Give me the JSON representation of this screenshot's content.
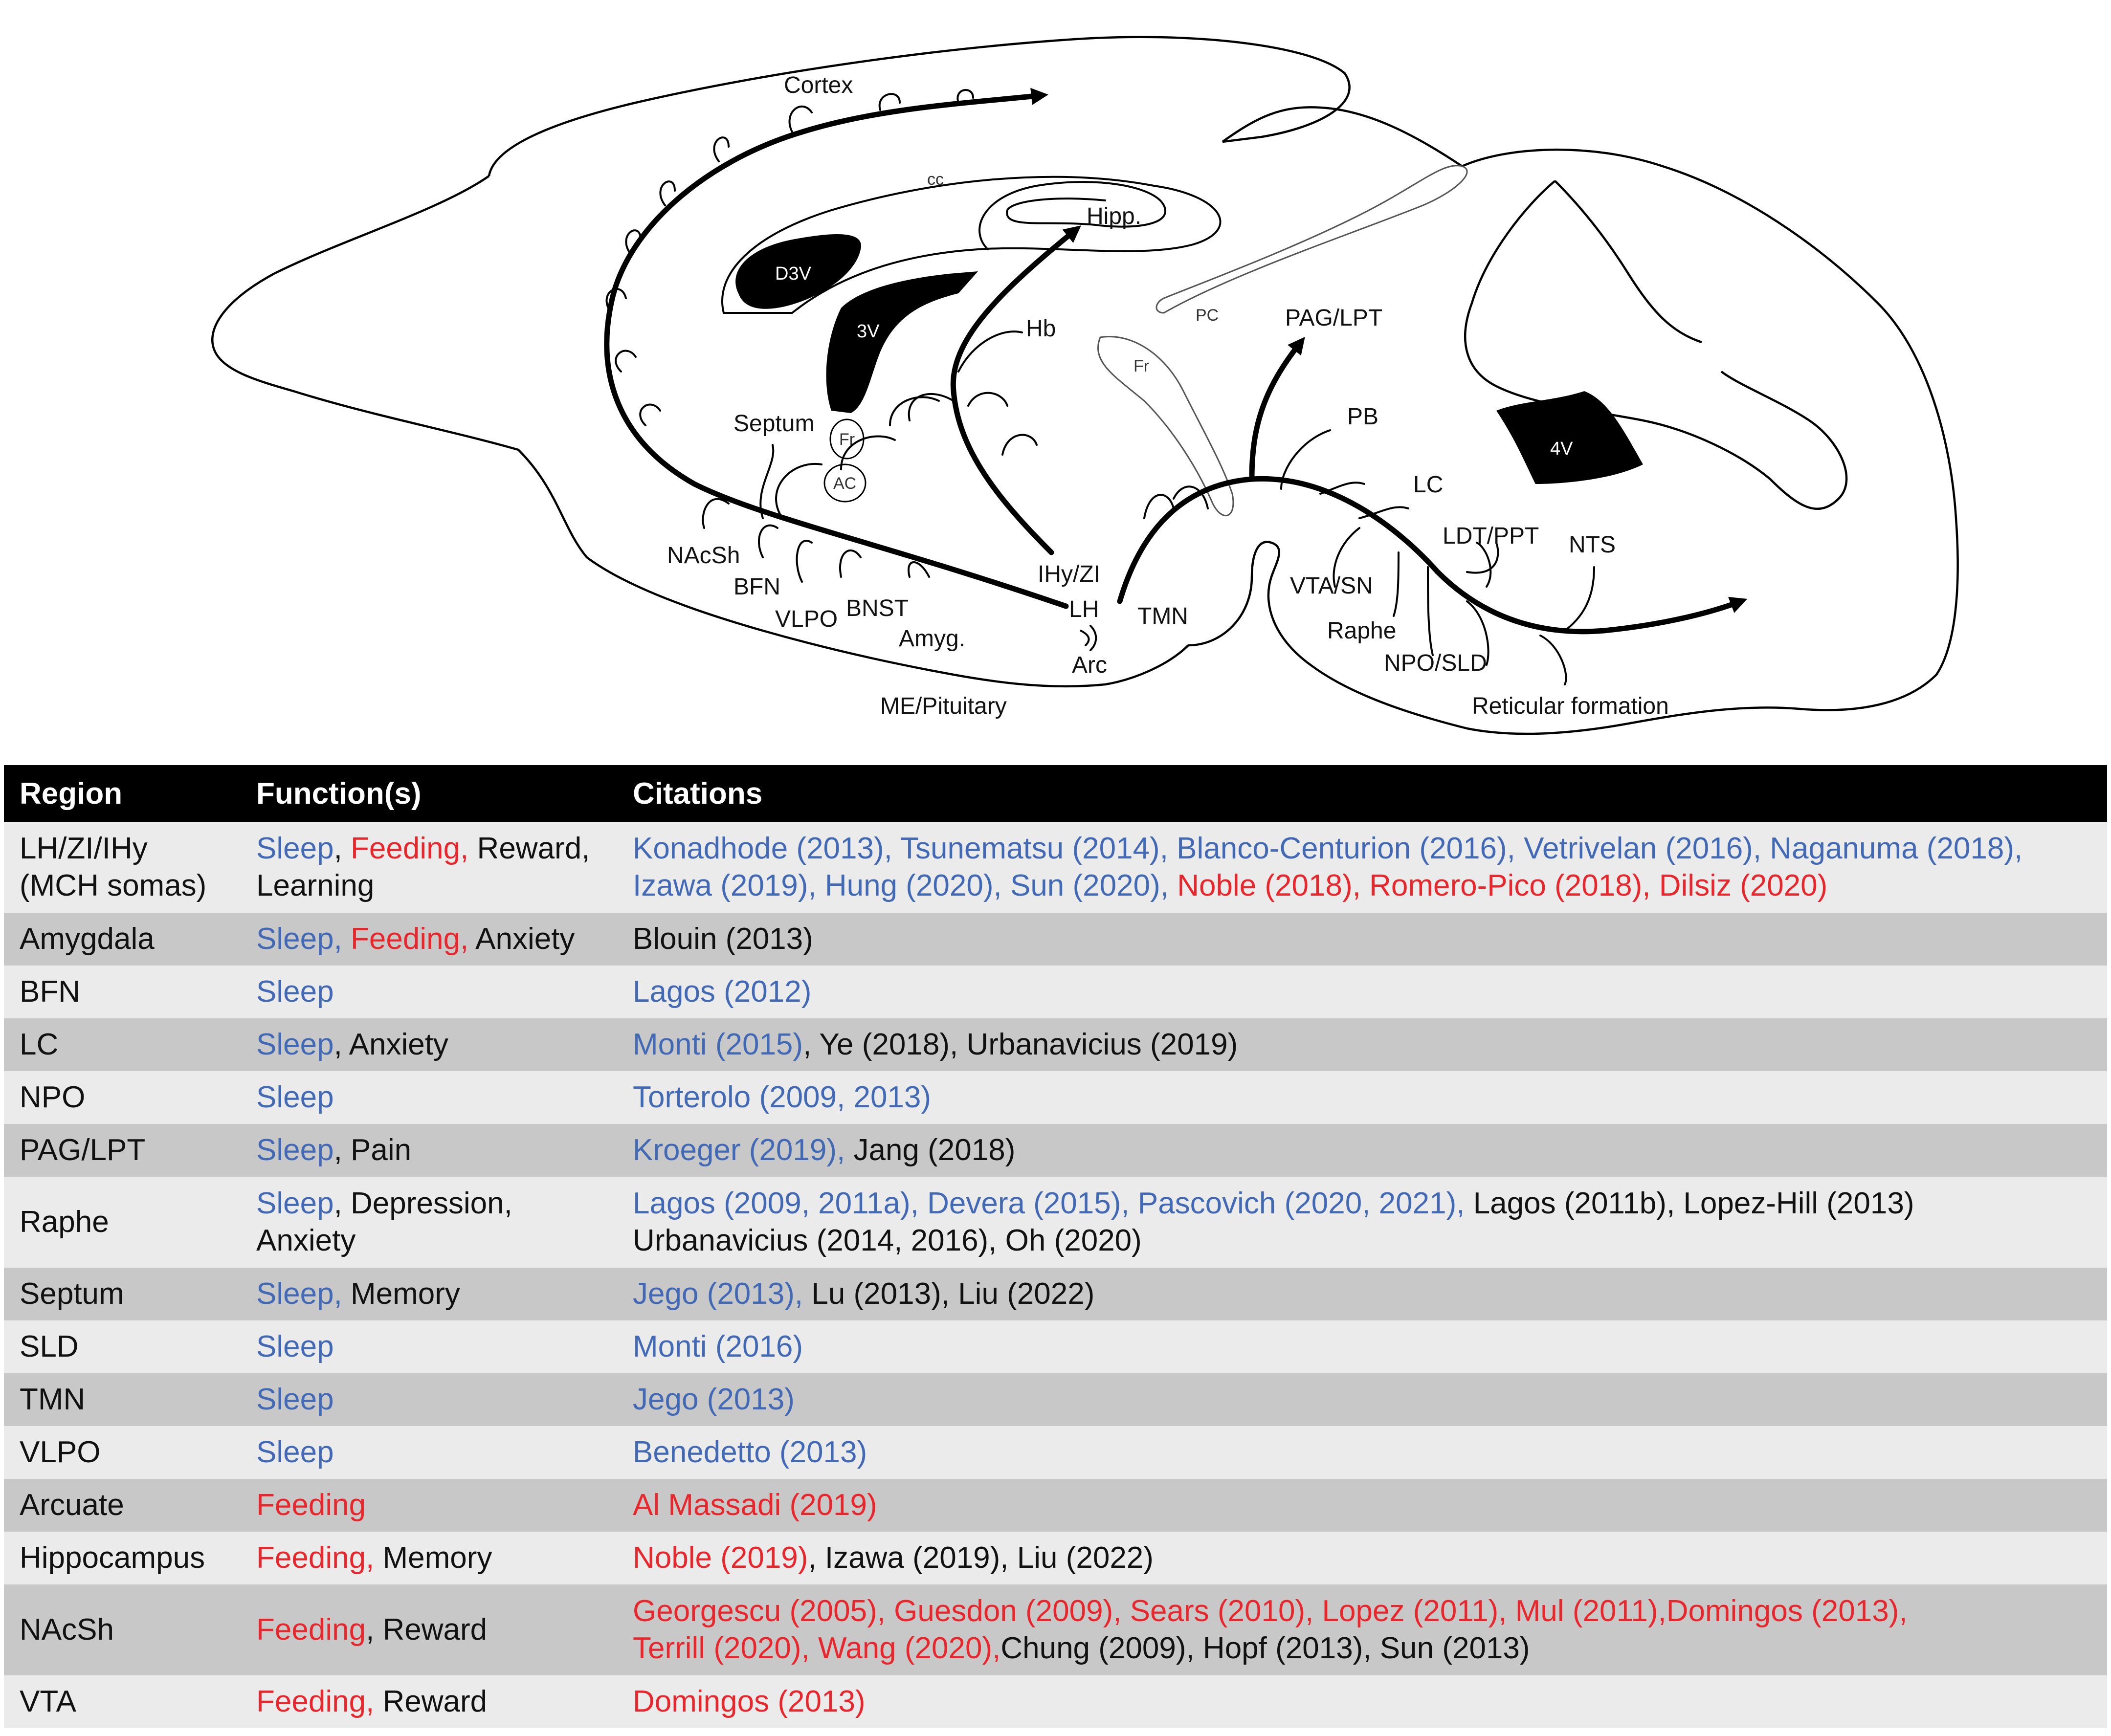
{
  "diagram": {
    "regions": {
      "cortex": "Cortex",
      "cc": "cc",
      "hipp": "Hipp.",
      "d3v": "D3V",
      "v3": "3V",
      "hb": "Hb",
      "pc": "PC",
      "fr_upper": "Fr",
      "pag_lpt": "PAG/LPT",
      "septum": "Septum",
      "fr_lower": "Fr",
      "ac": "AC",
      "pb": "PB",
      "v4": "4V",
      "lc": "LC",
      "ldt_ppt": "LDT/PPT",
      "nts": "NTS",
      "nacsh": "NAcSh",
      "bfn": "BFN",
      "vlpo": "VLPO",
      "bnst": "BNST",
      "amyg": "Amyg.",
      "ihy_zi": "IHy/ZI",
      "lh": "LH",
      "arc": "Arc",
      "tmn": "TMN",
      "vta_sn": "VTA/SN",
      "raphe": "Raphe",
      "npo_sld": "NPO/SLD",
      "me_pituitary": "ME/Pituitary",
      "reticular": "Reticular formation"
    }
  },
  "table": {
    "headers": [
      "Region",
      "Function(s)",
      "Citations"
    ],
    "colors": {
      "sleep": "#4169b5",
      "feeding": "#e8262b",
      "other": "#111111",
      "header_bg": "#000000",
      "row_light": "#ebebeb",
      "row_dark": "#c8c8c8"
    },
    "rows": [
      {
        "region": [
          "LH/ZI/IHy",
          "(MCH somas)"
        ],
        "functions": [
          [
            {
              "t": "Sleep",
              "c": "blue"
            },
            {
              "t": ", ",
              "c": "black"
            },
            {
              "t": "Feeding,",
              "c": "red"
            },
            {
              "t": " Reward,",
              "c": "black"
            }
          ],
          [
            {
              "t": "Learning",
              "c": "black"
            }
          ]
        ],
        "citations": [
          [
            {
              "t": "Konadhode (2013), Tsunematsu (2014), Blanco-Centurion (2016), Vetrivelan (2016), Naganuma (2018),",
              "c": "blue"
            }
          ],
          [
            {
              "t": "Izawa (2019), Hung (2020), Sun (2020), ",
              "c": "blue"
            },
            {
              "t": "Noble (2018), Romero-Pico (2018), Dilsiz (2020)",
              "c": "red"
            }
          ]
        ]
      },
      {
        "region": [
          "Amygdala"
        ],
        "functions": [
          [
            {
              "t": "Sleep, ",
              "c": "blue"
            },
            {
              "t": "Feeding,",
              "c": "red"
            },
            {
              "t": " Anxiety",
              "c": "black"
            }
          ]
        ],
        "citations": [
          [
            {
              "t": "Blouin (2013)",
              "c": "black"
            }
          ]
        ]
      },
      {
        "region": [
          "BFN"
        ],
        "functions": [
          [
            {
              "t": "Sleep",
              "c": "blue"
            }
          ]
        ],
        "citations": [
          [
            {
              "t": "Lagos (2012)",
              "c": "blue"
            }
          ]
        ]
      },
      {
        "region": [
          "LC"
        ],
        "functions": [
          [
            {
              "t": "Sleep",
              "c": "blue"
            },
            {
              "t": ", Anxiety",
              "c": "black"
            }
          ]
        ],
        "citations": [
          [
            {
              "t": "Monti (2015)",
              "c": "blue"
            },
            {
              "t": ", Ye (2018), Urbanavicius (2019)",
              "c": "black"
            }
          ]
        ]
      },
      {
        "region": [
          "NPO"
        ],
        "functions": [
          [
            {
              "t": "Sleep",
              "c": "blue"
            }
          ]
        ],
        "citations": [
          [
            {
              "t": "Torterolo (2009, 2013)",
              "c": "blue"
            }
          ]
        ]
      },
      {
        "region": [
          "PAG/LPT"
        ],
        "functions": [
          [
            {
              "t": "Sleep",
              "c": "blue"
            },
            {
              "t": ", Pain",
              "c": "black"
            }
          ]
        ],
        "citations": [
          [
            {
              "t": "Kroeger (2019), ",
              "c": "blue"
            },
            {
              "t": "Jang (2018)",
              "c": "black"
            }
          ]
        ]
      },
      {
        "region": [
          "Raphe"
        ],
        "functions": [
          [
            {
              "t": "Sleep",
              "c": "blue"
            },
            {
              "t": ", Depression,",
              "c": "black"
            }
          ],
          [
            {
              "t": "Anxiety",
              "c": "black"
            }
          ]
        ],
        "citations": [
          [
            {
              "t": "Lagos (2009, 2011a), Devera (2015), Pascovich (2020, 2021), ",
              "c": "blue"
            },
            {
              "t": "Lagos (2011b), Lopez-Hill (2013)",
              "c": "black"
            }
          ],
          [
            {
              "t": "Urbanavicius (2014, 2016), Oh (2020)",
              "c": "black"
            }
          ]
        ]
      },
      {
        "region": [
          "Septum"
        ],
        "functions": [
          [
            {
              "t": "Sleep, ",
              "c": "blue"
            },
            {
              "t": "Memory",
              "c": "black"
            }
          ]
        ],
        "citations": [
          [
            {
              "t": "Jego (2013), ",
              "c": "blue"
            },
            {
              "t": "Lu (2013), Liu (2022)",
              "c": "black"
            }
          ]
        ]
      },
      {
        "region": [
          "SLD"
        ],
        "functions": [
          [
            {
              "t": "Sleep",
              "c": "blue"
            }
          ]
        ],
        "citations": [
          [
            {
              "t": "Monti (2016)",
              "c": "blue"
            }
          ]
        ]
      },
      {
        "region": [
          "TMN"
        ],
        "functions": [
          [
            {
              "t": "Sleep",
              "c": "blue"
            }
          ]
        ],
        "citations": [
          [
            {
              "t": "Jego (2013)",
              "c": "blue"
            }
          ]
        ]
      },
      {
        "region": [
          "VLPO"
        ],
        "functions": [
          [
            {
              "t": "Sleep",
              "c": "blue"
            }
          ]
        ],
        "citations": [
          [
            {
              "t": "Benedetto (2013)",
              "c": "blue"
            }
          ]
        ]
      },
      {
        "region": [
          "Arcuate"
        ],
        "functions": [
          [
            {
              "t": "Feeding",
              "c": "red"
            }
          ]
        ],
        "citations": [
          [
            {
              "t": "Al Massadi (2019)",
              "c": "red"
            }
          ]
        ]
      },
      {
        "region": [
          "Hippocampus"
        ],
        "functions": [
          [
            {
              "t": "Feeding,",
              "c": "red"
            },
            {
              "t": " Memory",
              "c": "black"
            }
          ]
        ],
        "citations": [
          [
            {
              "t": "Noble (2019)",
              "c": "red"
            },
            {
              "t": ", Izawa (2019), Liu (2022)",
              "c": "black"
            }
          ]
        ]
      },
      {
        "region": [
          "NAcSh"
        ],
        "functions": [
          [
            {
              "t": "Feeding",
              "c": "red"
            },
            {
              "t": ", Reward",
              "c": "black"
            }
          ]
        ],
        "citations": [
          [
            {
              "t": "Georgescu (2005), Guesdon (2009), Sears (2010), Lopez (2011), Mul (2011),Domingos (2013),",
              "c": "red"
            }
          ],
          [
            {
              "t": "Terrill (2020), Wang (2020),",
              "c": "red"
            },
            {
              "t": "Chung (2009), Hopf (2013), Sun (2013)",
              "c": "black"
            }
          ]
        ]
      },
      {
        "region": [
          "VTA"
        ],
        "functions": [
          [
            {
              "t": "Feeding,",
              "c": "red"
            },
            {
              "t": " Reward",
              "c": "black"
            }
          ]
        ],
        "citations": [
          [
            {
              "t": "Domingos (2013)",
              "c": "red"
            }
          ]
        ]
      }
    ]
  }
}
